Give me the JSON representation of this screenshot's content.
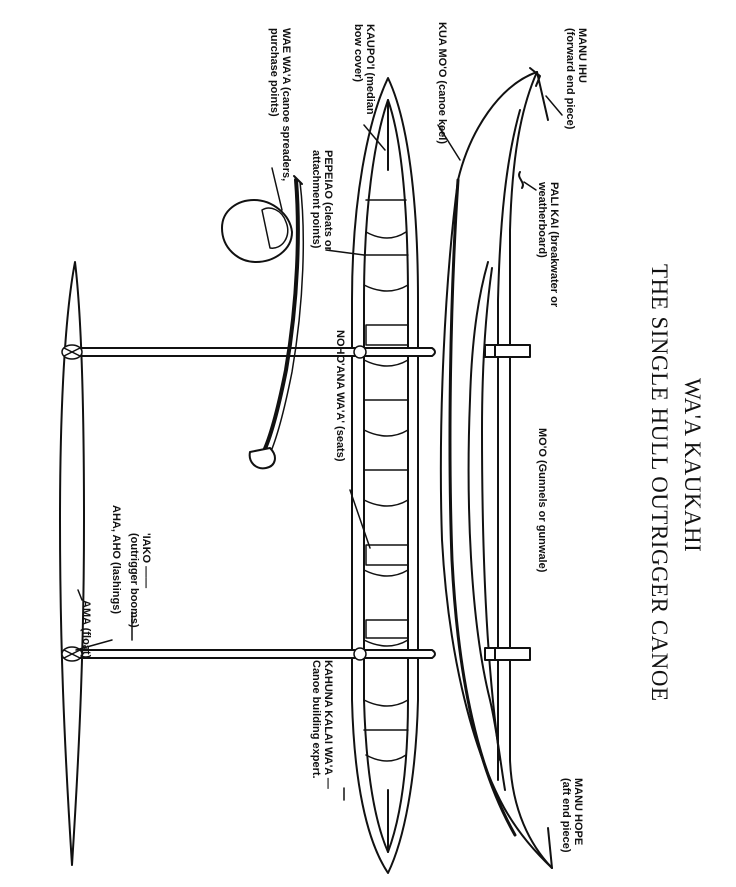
{
  "title": {
    "line1": "WA'A KAUKAHI",
    "line2": "THE SINGLE HULL OUTRIGGER CANOE"
  },
  "labels": {
    "manu_ihu": [
      "MANU IHU",
      "(forward end piece)"
    ],
    "kua_moo": [
      "KUA MO'O (canoe keel)"
    ],
    "kaupoi": [
      "KAUPO'I (median",
      "bow cover)"
    ],
    "wae_waa": [
      "WAE WA'A (canoe spreaders,",
      "purchase points)"
    ],
    "pepeiao": [
      "PEPEIAO (cleats or",
      "attachment points)"
    ],
    "pali_kai": [
      "PALI KAI (breakwater or",
      "weatherboard)"
    ],
    "moo": [
      "MO'O (Gunnels or gunwale)"
    ],
    "noho_ana": [
      "NOHO'ANA WA'A' (seats)"
    ],
    "iako": [
      "'IAKO ——",
      "(outrigger booms)"
    ],
    "aha": [
      "AHA, AHO (lashings)"
    ],
    "ama": [
      "AMA (float)"
    ],
    "kahuna": [
      "KAHUNA KALAI WA'A —",
      "Canoe building expert."
    ],
    "manu_hope": [
      "MANU HOPE",
      "(aft end piece)"
    ]
  },
  "colors": {
    "ink": "#111111",
    "paper": "#ffffff"
  }
}
